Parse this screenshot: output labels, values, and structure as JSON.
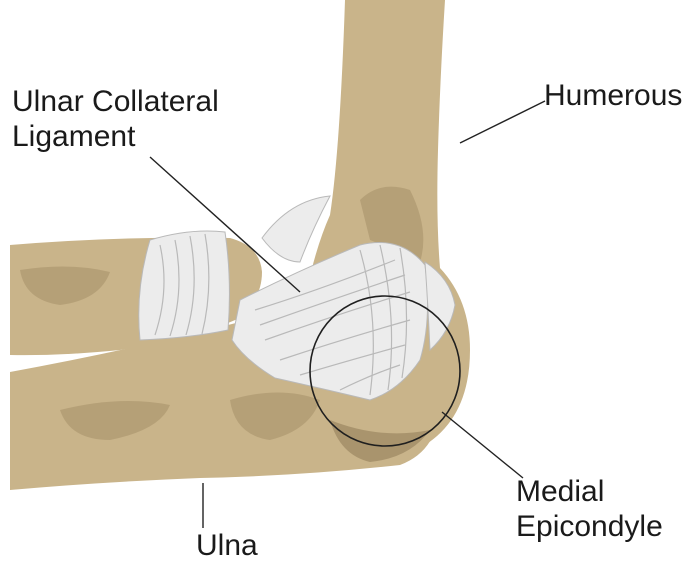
{
  "labels": {
    "ulnar_collateral_ligament": [
      "Ulnar Collateral",
      "Ligament"
    ],
    "humerous": "Humerous",
    "medial_epicondyle": [
      "Medial",
      "Epicondyle"
    ],
    "ulna": "Ulna"
  },
  "colors": {
    "bone": "#c9b48a",
    "bone_shadow": "#a8926a",
    "bone_dark": "#8e7a55",
    "ligament": "#ececec",
    "ligament_stroke": "#b9b9b9",
    "leader_line": "#222222"
  }
}
